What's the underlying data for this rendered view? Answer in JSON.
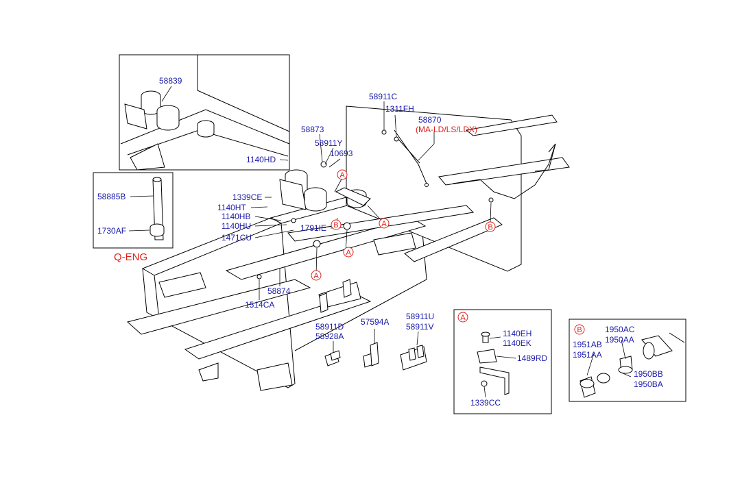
{
  "labels": {
    "p58839": "58839",
    "p58885B": "58885B",
    "p1730AF": "1730AF",
    "variant_qeng": "Q-ENG",
    "p58911C": "58911C",
    "p1311FH": "1311FH",
    "p58870": "58870",
    "variant_mald": "(MA-LD/LS/LDX)",
    "p58873": "58873",
    "p58911Y": "58911Y",
    "p10693": "10693",
    "p1140HD": "1140HD",
    "p1339CE": "1339CE",
    "p1140HT": "1140HT",
    "p1140HB": "1140HB",
    "p1140HU": "1140HU",
    "p1471CU": "1471CU",
    "p1791IE": "1791IE",
    "p58874": "58874",
    "p1514CA": "1514CA",
    "p58911D": "58911D",
    "p58928A": "58928A",
    "p57594A": "57594A",
    "p58911U": "58911U",
    "p58911V": "58911V",
    "p1140EH": "1140EH",
    "p1140EK": "1140EK",
    "p1489RD": "1489RD",
    "p1339CC": "1339CC",
    "p1950AC": "1950AC",
    "p1950AA": "1950AA",
    "p1951AB": "1951AB",
    "p1951AA": "1951AA",
    "p1950BB": "1950BB",
    "p1950BA": "1950BA"
  },
  "callouts": {
    "a": "A",
    "b": "B"
  },
  "colors": {
    "part_number": "#1a1aa8",
    "variant_note": "#e0201a",
    "callout": "#e0201a",
    "line": "#000000"
  }
}
